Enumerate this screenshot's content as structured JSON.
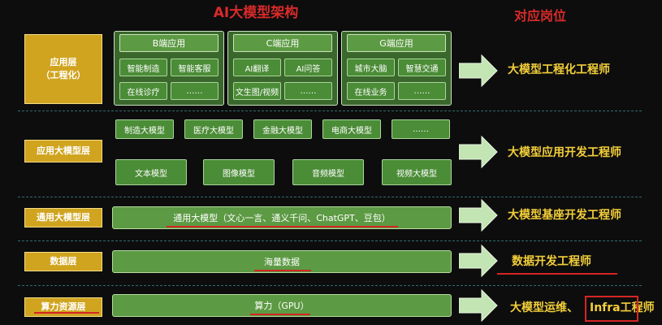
{
  "titles": {
    "left": "AI大模型架构",
    "right": "对应岗位"
  },
  "layers": {
    "app": "应用层\n（工程化）",
    "app_model": "应用大模型层",
    "general_model": "通用大模型层",
    "data": "数据层",
    "compute": "算力资源层"
  },
  "app_groups": [
    {
      "title": "B端应用",
      "cells": [
        "智能制造",
        "智能客服",
        "在线诊疗",
        "……"
      ]
    },
    {
      "title": "C端应用",
      "cells": [
        "AI翻译",
        "AI问答",
        "文生图/视频",
        "……"
      ]
    },
    {
      "title": "G端应用",
      "cells": [
        "城市大脑",
        "智慧交通",
        "在线业务",
        "……"
      ]
    }
  ],
  "app_model_row1": [
    "制造大模型",
    "医疗大模型",
    "金融大模型",
    "电商大模型",
    "……"
  ],
  "app_model_row2": [
    "文本模型",
    "图像模型",
    "音频模型",
    "视频大模型"
  ],
  "general_model_bar": "通用大模型（文心一言、通义千问、ChatGPT、豆包）",
  "data_bar": "海量数据",
  "compute_bar": "算力（GPU）",
  "roles": {
    "app": "大模型工程化工程师",
    "app_model": "大模型应用开发工程师",
    "general_model": "大模型基座开发工程师",
    "data": "数据开发工程师",
    "compute_prefix": "大模型运维、",
    "compute_infra": "Infra工程师"
  },
  "colors": {
    "background": "#0d0d0d",
    "gold": "#d0a41f",
    "green": "#5c9a43",
    "title_red": "#d92a2a",
    "role_yellow": "#f3cf3a",
    "underline_red": "#d62525"
  }
}
